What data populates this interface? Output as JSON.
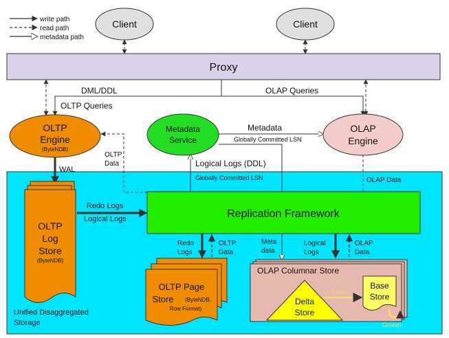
{
  "legend": {
    "write": "write path",
    "read": "read path",
    "metadata": "metadata path"
  },
  "nodes": {
    "client_left": "Client",
    "client_right": "Client",
    "proxy": "Proxy",
    "oltp_engine": {
      "line1": "OLTP",
      "line2": "Engine",
      "sub": "(ByteNDB)"
    },
    "metadata_service": {
      "line1": "Metadata",
      "line2": "Service"
    },
    "olap_engine": {
      "line1": "OLAP",
      "line2": "Engine"
    },
    "replication": "Replication Framework",
    "oltp_log_store": {
      "line1": "OLTP",
      "line2": "Log",
      "line3": "Store",
      "sub": "(ByteNDB)"
    },
    "oltp_page_store": {
      "line1": "OLTP Page",
      "line2": "Store",
      "sub1": "(ByteNDB,",
      "sub2": "Row Format)"
    },
    "olap_columnar": "OLAP Columnar Store",
    "delta_store": {
      "line1": "Delta",
      "line2": "Store"
    },
    "base_store": {
      "line1": "Base",
      "line2": "Store"
    },
    "storage": {
      "line1": "Unified Disaggregated",
      "line2": "Storage"
    }
  },
  "edges": {
    "dml_ddl": "DML/DDL",
    "oltp_queries": "OLTP Queries",
    "olap_queries": "OLAP Queries",
    "metadata": "Metadata",
    "globally_committed_lsn_top": "Globally Committed LSN",
    "oltp_data_left": {
      "line1": "OLTP",
      "line2": "Data"
    },
    "wal": "WAL",
    "logical_logs_ddl": "Logical Logs (DDL)",
    "globally_committed_lsn_bottom": "Globally Committed LSN",
    "olap_data_right": "OLAP Data",
    "redo_logs_left": "Redo Logs",
    "logical_logs_left": "Logical Logs",
    "redo_logs_down": {
      "line1": "Redo",
      "line2": "Logs"
    },
    "oltp_data_up": {
      "line1": "OLTP",
      "line2": "Data"
    },
    "meta_data": {
      "line1": "Meta",
      "line2": "data"
    },
    "logical_logs_down": {
      "line1": "Logical",
      "line2": "Logs"
    },
    "olap_data_up": {
      "line1": "OLAP",
      "line2": "Data"
    },
    "flush": "Flush",
    "groom": "Groom"
  },
  "colors": {
    "storage_bg": "#00e5ff",
    "proxy": "#d9d2e9",
    "client": "#e0e0e0",
    "oltp": "#f08c00",
    "metadata_service": "#22dd22",
    "olap_engine": "#f4cccc",
    "replication": "#22ee00",
    "columnar": "#e6b8af",
    "delta": "#ffff00",
    "base": "#ffff66",
    "flush_groom": "#ffd966"
  }
}
